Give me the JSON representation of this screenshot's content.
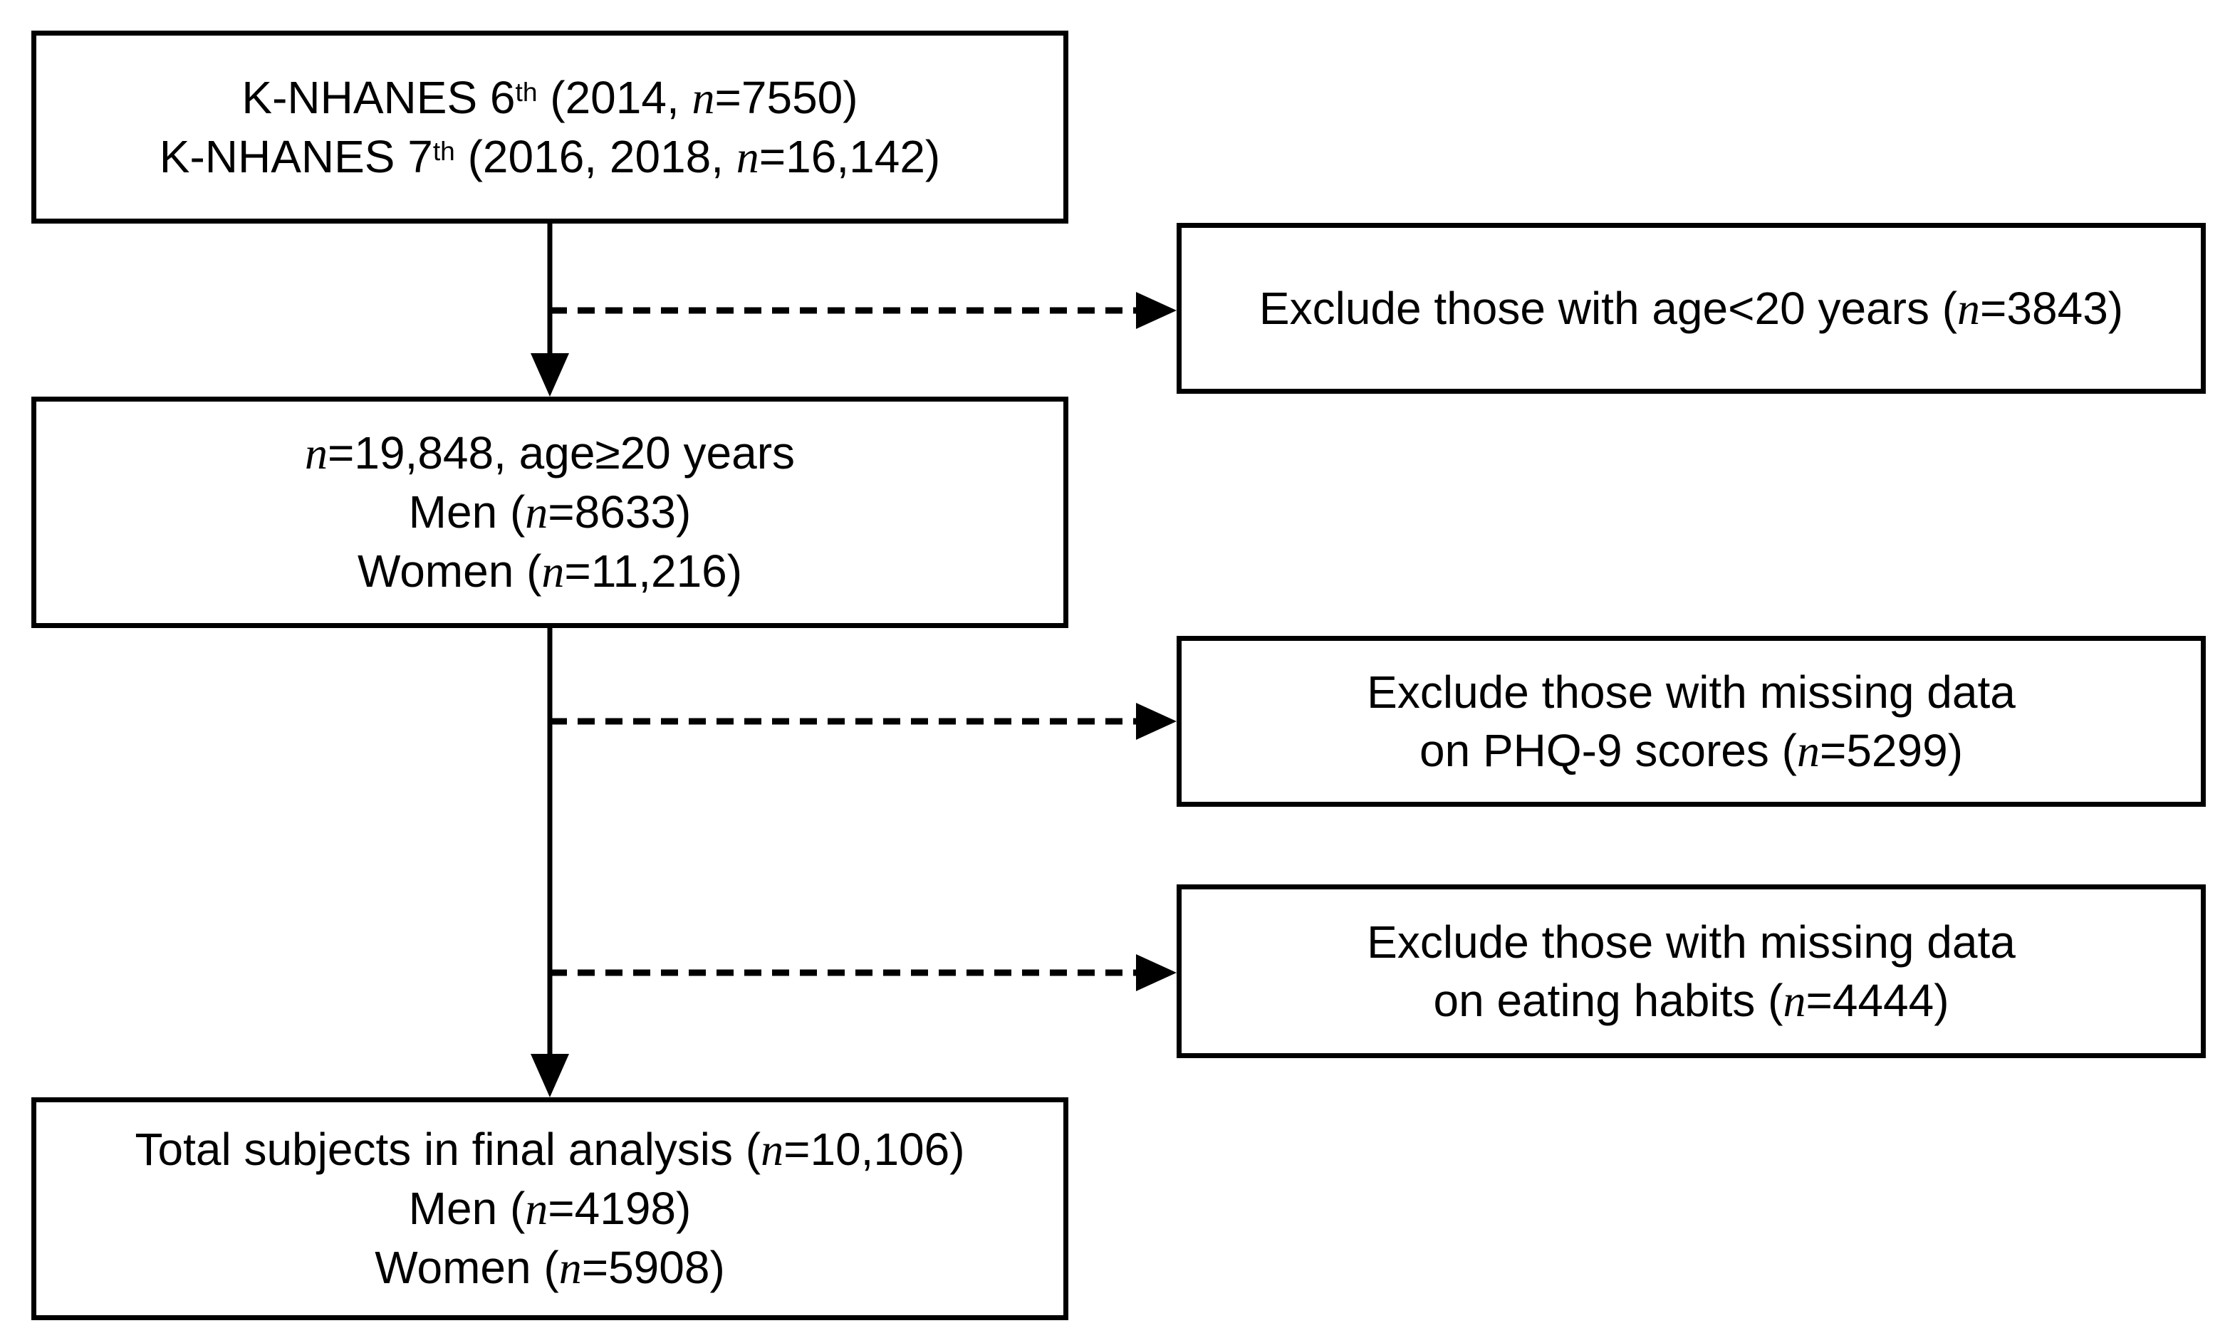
{
  "figure": {
    "type": "participant-flow-diagram",
    "colors": {
      "background": "#ffffff",
      "border": "#000000",
      "text": "#000000"
    }
  },
  "boxes": {
    "source": {
      "lines": [
        {
          "segs": [
            {
              "t": "K-NHANES 6"
            },
            {
              "t": "th"
            },
            {
              "t": " (2014, "
            },
            {
              "t": "n"
            },
            {
              "t": "=7550)"
            }
          ]
        },
        {
          "segs": [
            {
              "t": "K-NHANES 7"
            },
            {
              "t": "th"
            },
            {
              "t": " (2016, 2018, "
            },
            {
              "t": "n"
            },
            {
              "t": "=16,142)"
            }
          ]
        }
      ]
    },
    "adults": {
      "lines": [
        {
          "segs": [
            {
              "t": "n"
            },
            {
              "t": "=19,848, age≥20 years"
            }
          ]
        },
        {
          "segs": [
            {
              "t": "Men ("
            },
            {
              "t": "n"
            },
            {
              "t": "=8633)"
            }
          ]
        },
        {
          "segs": [
            {
              "t": "Women ("
            },
            {
              "t": "n"
            },
            {
              "t": "=11,216)"
            }
          ]
        }
      ]
    },
    "exclude_age": {
      "lines": [
        {
          "segs": [
            {
              "t": "Exclude those with age<20 years ("
            },
            {
              "t": "n"
            },
            {
              "t": "=3843)"
            }
          ]
        }
      ]
    },
    "exclude_phq9": {
      "lines": [
        {
          "segs": [
            {
              "t": "Exclude those with missing data"
            }
          ]
        },
        {
          "segs": [
            {
              "t": "on PHQ-9 scores ("
            },
            {
              "t": "n"
            },
            {
              "t": "=5299)"
            }
          ]
        }
      ]
    },
    "exclude_eating": {
      "lines": [
        {
          "segs": [
            {
              "t": "Exclude those with missing data"
            }
          ]
        },
        {
          "segs": [
            {
              "t": "on eating habits ("
            },
            {
              "t": "n"
            },
            {
              "t": "=4444)"
            }
          ]
        }
      ]
    },
    "final": {
      "lines": [
        {
          "segs": [
            {
              "t": "Total subjects in final analysis ("
            },
            {
              "t": "n"
            },
            {
              "t": "=10,106)"
            }
          ]
        },
        {
          "segs": [
            {
              "t": "Men ("
            },
            {
              "t": "n"
            },
            {
              "t": "=4198)"
            }
          ]
        },
        {
          "segs": [
            {
              "t": "Women ("
            },
            {
              "t": "n"
            },
            {
              "t": "=5908)"
            }
          ]
        }
      ]
    }
  }
}
